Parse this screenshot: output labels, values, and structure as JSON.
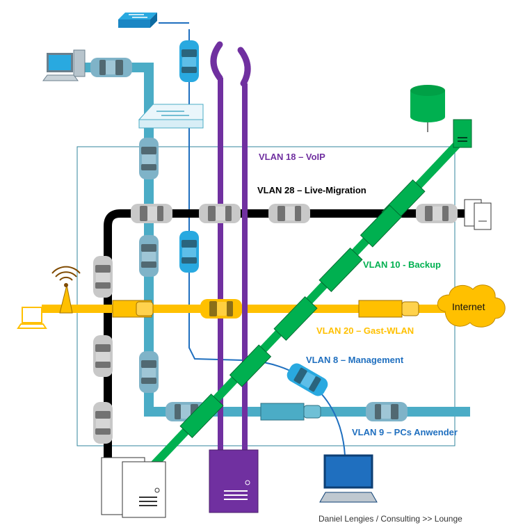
{
  "colors": {
    "voip": "#7030a0",
    "live_migration": "#000000",
    "backup": "#00b050",
    "gast_wlan": "#ffc000",
    "management": "#1f6fbf",
    "pcs_anwender": "#4bacc6",
    "frame": "#31859c"
  },
  "vlans": {
    "voip": "VLAN 18 – VoIP",
    "live_migration": "VLAN 28 – Live-Migration",
    "backup": "VLAN 10 - Backup",
    "gast_wlan": "VLAN 20 – Gast-WLAN",
    "management": "VLAN 8 – Management",
    "pcs_anwender": "VLAN 9 – PCs Anwender"
  },
  "cloud_label": "Internet",
  "credit": "Daniel Lengies / Consulting >> Lounge",
  "icons": [
    "switch-icon",
    "workstation-icon",
    "ip-phone-icon",
    "core-switch-icon",
    "database-icon",
    "server-icon",
    "wifi-access-point-icon",
    "laptop-icon",
    "internet-cloud-icon",
    "monitor-icon",
    "car-icon",
    "truck-icon"
  ]
}
